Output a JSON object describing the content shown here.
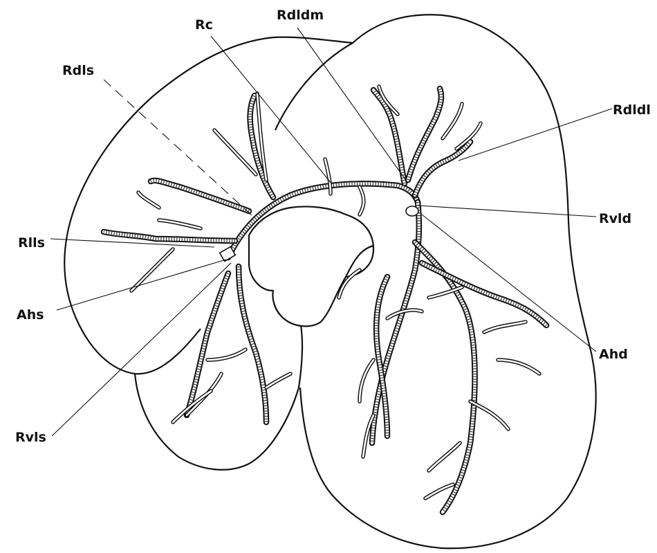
{
  "figure": {
    "labels": {
      "rdldm": "Rdldm",
      "rc": "Rc",
      "rdls": "Rdls",
      "rdldl": "Rdldl",
      "rlls": "Rlls",
      "rvld": "Rvld",
      "ahs": "Ahs",
      "ahd": "Ahd",
      "rvls": "Rvls"
    },
    "colors": {
      "ink": "#111111",
      "paper": "#ffffff"
    }
  }
}
